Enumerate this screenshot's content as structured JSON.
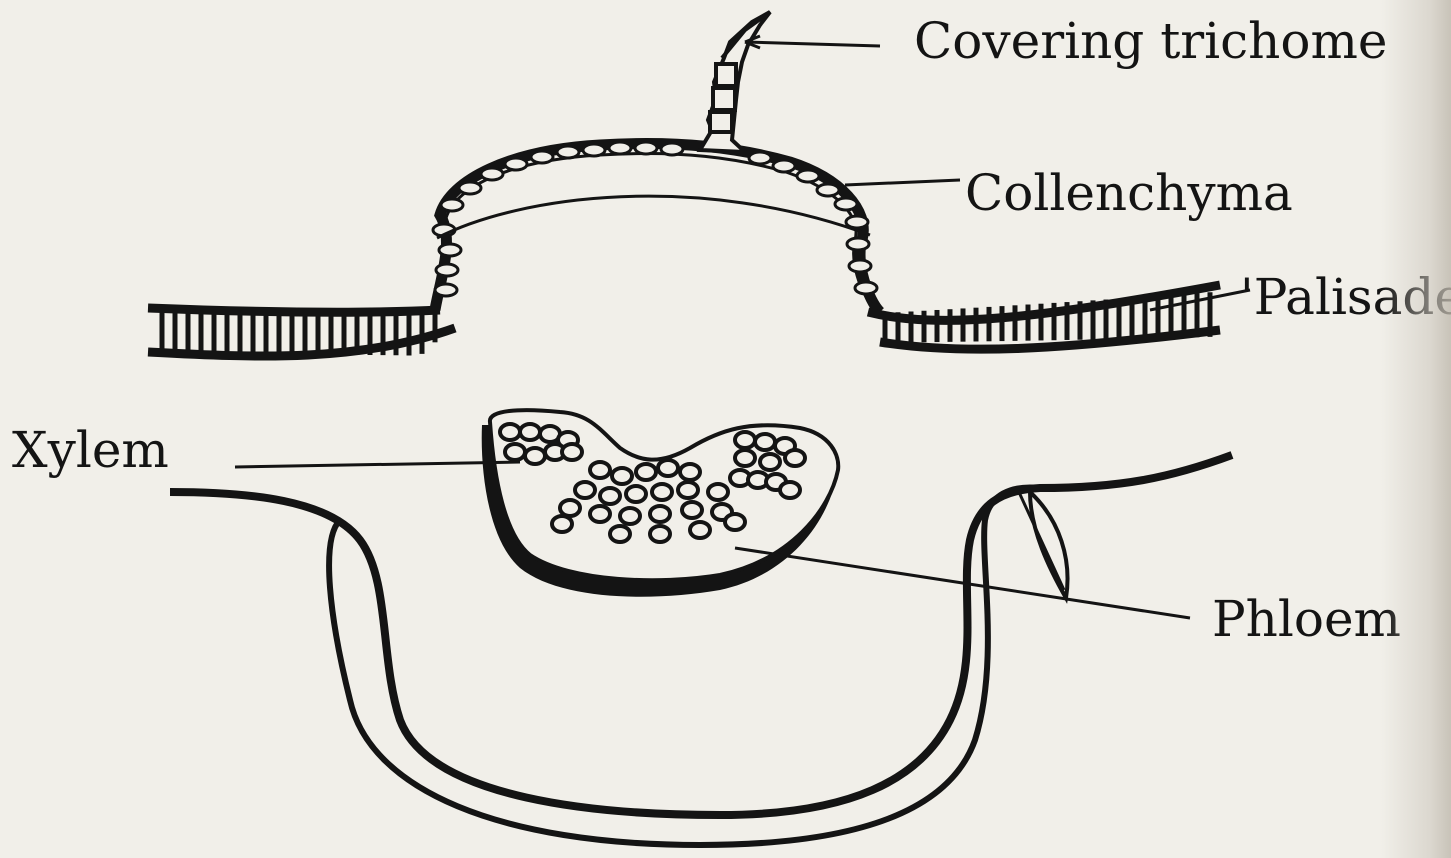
{
  "figure": {
    "labels": {
      "covering_trichome": "Covering trichome",
      "collenchyma": "Collenchyma",
      "palisade": "'Palisade",
      "xylem": "Xylem",
      "phloem": "Phloem"
    }
  },
  "colors": {
    "ink": "#141414",
    "paper": "#f1efe9"
  }
}
